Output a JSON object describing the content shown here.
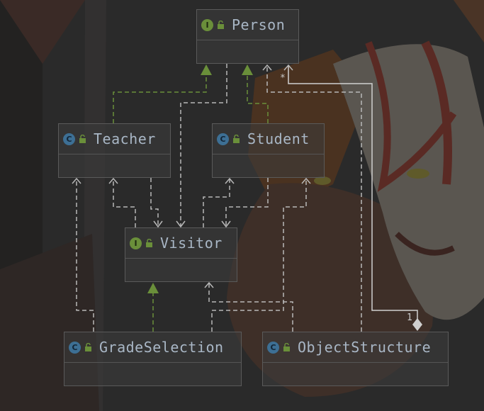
{
  "diagram": {
    "nodes": [
      {
        "id": "person",
        "kind": "interface",
        "badge": "I",
        "name": "Person"
      },
      {
        "id": "teacher",
        "kind": "class",
        "badge": "C",
        "name": "Teacher"
      },
      {
        "id": "student",
        "kind": "class",
        "badge": "C",
        "name": "Student"
      },
      {
        "id": "visitor",
        "kind": "interface",
        "badge": "I",
        "name": "Visitor"
      },
      {
        "id": "gradeselection",
        "kind": "class",
        "badge": "C",
        "name": "GradeSelection"
      },
      {
        "id": "objectstructure",
        "kind": "class",
        "badge": "C",
        "name": "ObjectStructure"
      }
    ],
    "multiplicity_many": "*",
    "multiplicity_one": "1"
  },
  "colors": {
    "realization": "#6a8f3a",
    "dependency": "#b8b8b8",
    "composition": "#d0d0d0",
    "text": "#a9b7c6"
  }
}
